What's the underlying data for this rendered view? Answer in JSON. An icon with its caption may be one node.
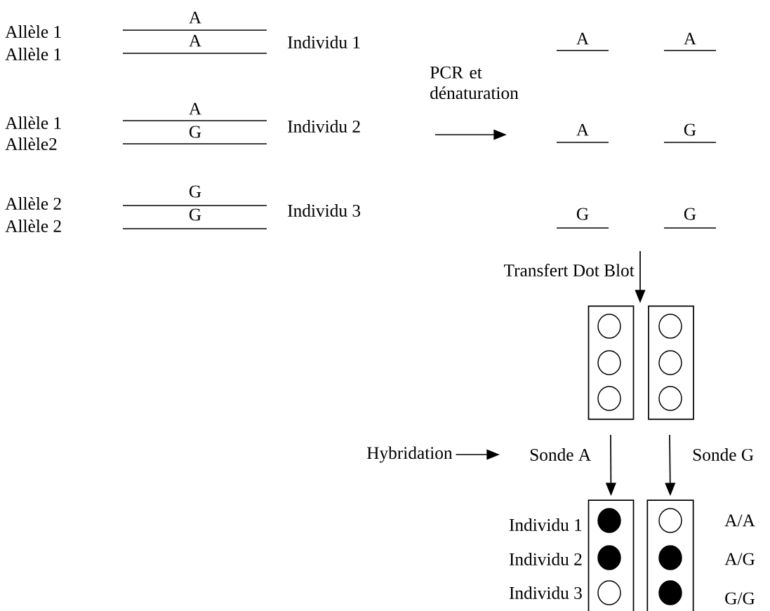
{
  "diagram": {
    "nodes": [
      {
        "text": [
          "Hybridation"
        ]
      },
      {
        "text": [
          "Sonde A"
        ]
      },
      {
        "text": [],
        "shape": "box"
      },
      {
        "text": [],
        "shape": "box"
      },
      {
        "text": [],
        "shape": "box"
      },
      {
        "text": [],
        "shape": "box"
      }
    ],
    "edges": [
      {
        "from": 0,
        "to": 1,
        "arrow": "to"
      },
      {
        "from": null,
        "to": 4,
        "arrow": "to"
      },
      {
        "from": null,
        "to": 5,
        "arrow": "to"
      }
    ],
    "labels": [
      "A",
      "Allèle 1",
      "A",
      "Allèle 1",
      "Individu 1",
      "A",
      "A",
      "PCR et dénaturation",
      "A",
      "Allèle 1",
      "G",
      "Allèle2",
      "Individu 2",
      "A",
      "G",
      "G",
      "Allèle 2",
      "G",
      "Allèle 2",
      "Individu 3",
      "G",
      "G",
      "Transfert Dot Blot",
      "Sonde G",
      "Individu 1",
      "A/A",
      "Individu 2",
      "A/G",
      "Individu 3",
      "G/G"
    ]
  }
}
